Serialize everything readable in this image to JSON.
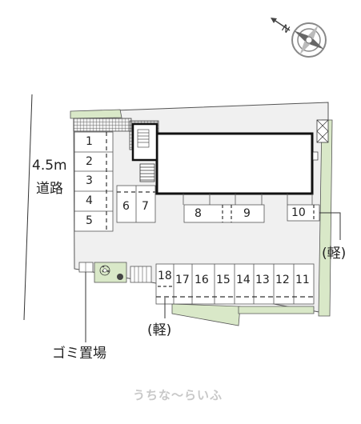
{
  "road": {
    "width": "4.5m",
    "name": "道路"
  },
  "parking_left": [
    "1",
    "2",
    "3",
    "4",
    "5"
  ],
  "parking_mid": [
    "6",
    "7"
  ],
  "parking_north": [
    "8",
    "9",
    "10"
  ],
  "parking_south": [
    "18",
    "17",
    "16",
    "15",
    "14",
    "13",
    "12",
    "11"
  ],
  "light_vehicle_note": "(軽)",
  "garbage_label": "ゴミ置場",
  "watermark": "うちな～らいふ",
  "colors": {
    "site_fill": "#f0f0f0",
    "building_fill": "#ffffff",
    "green": "#d9e8c8",
    "line": "#333333"
  },
  "icons": {
    "compass": "compass-north-icon",
    "stairs": "stairs-icon",
    "shrub": "shrub-icon"
  }
}
